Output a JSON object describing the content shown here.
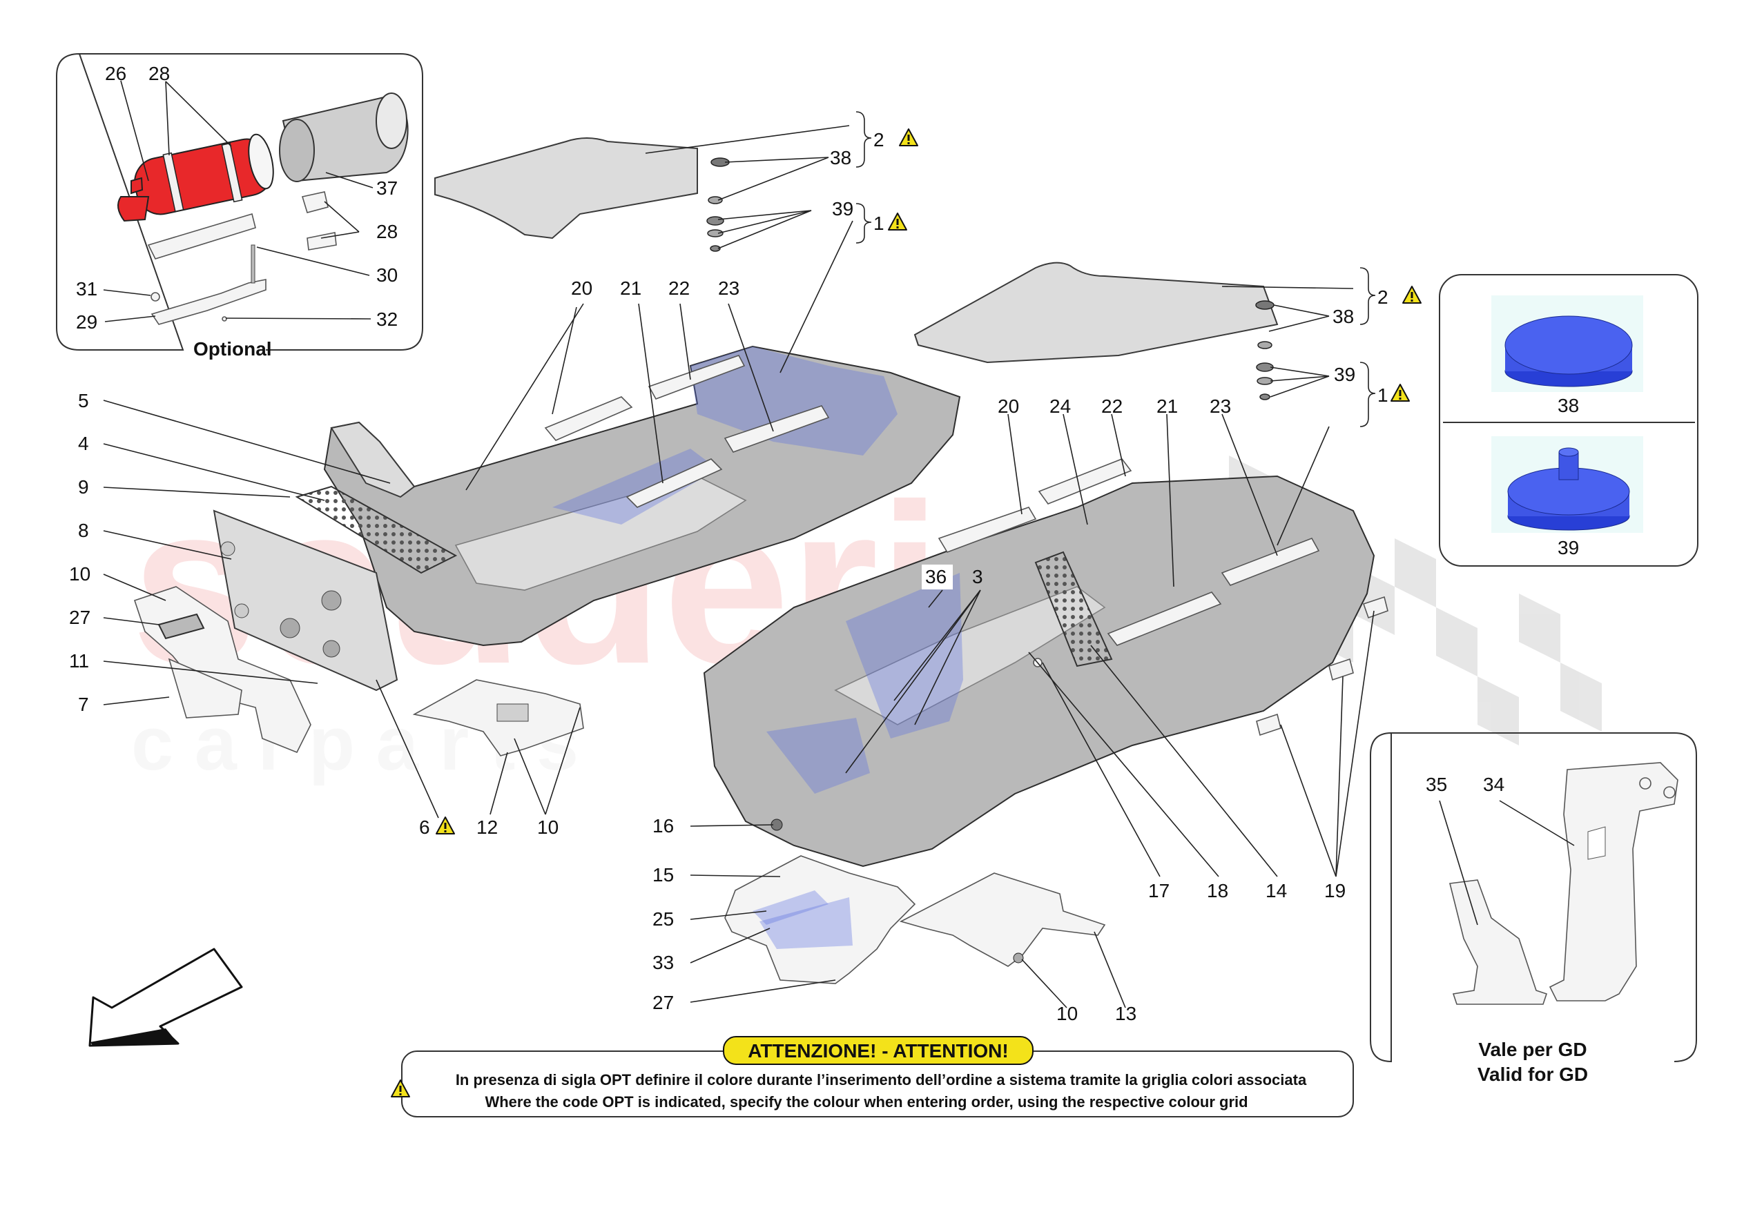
{
  "labels": {
    "n26": "26",
    "n28a": "28",
    "n37": "37",
    "n28b": "28",
    "n30": "30",
    "n31": "31",
    "n29": "29",
    "n32": "32",
    "optional": "Optional",
    "n2a": "2",
    "n38a": "38",
    "n39a": "39",
    "n1a": "1",
    "n2b": "2",
    "n38b": "38",
    "n39b": "39",
    "n1b": "1",
    "n20a": "20",
    "n21a": "21",
    "n22a": "22",
    "n23a": "23",
    "n5": "5",
    "n4": "4",
    "n9": "9",
    "n8": "8",
    "n10a": "10",
    "n27a": "27",
    "n11": "11",
    "n7": "7",
    "n6": "6",
    "n12": "12",
    "n10b": "10",
    "n20b": "20",
    "n24": "24",
    "n22b": "22",
    "n21b": "21",
    "n23b": "23",
    "n36": "36",
    "n3": "3",
    "n16": "16",
    "n15": "15",
    "n25": "25",
    "n33": "33",
    "n27b": "27",
    "n10c": "10",
    "n13": "13",
    "n17": "17",
    "n18": "18",
    "n14": "14",
    "n19": "19",
    "n38c": "38",
    "n39c": "39",
    "n35": "35",
    "n34": "34"
  },
  "gd_box": {
    "line1": "Vale per GD",
    "line2": "Valid for GD"
  },
  "attention": {
    "title": "ATTENZIONE! - ATTENTION!",
    "line_it": "In presenza di sigla OPT definire il colore durante l’inserimento dell’ordine a sistema tramite la griglia colori associata",
    "line_en": "Where the code OPT is indicated, specify the colour when entering order, using the respective colour grid"
  },
  "watermark": {
    "main": "scuderia",
    "sub": "c a r p a r t s"
  },
  "colors": {
    "warning": "#f3e21a",
    "extinguisher": "#e8282a",
    "fastener": "#3f56e6",
    "overlay": "#5b6fe0"
  },
  "icons": [
    "warning-triangle-icon",
    "direction-arrow-icon"
  ]
}
